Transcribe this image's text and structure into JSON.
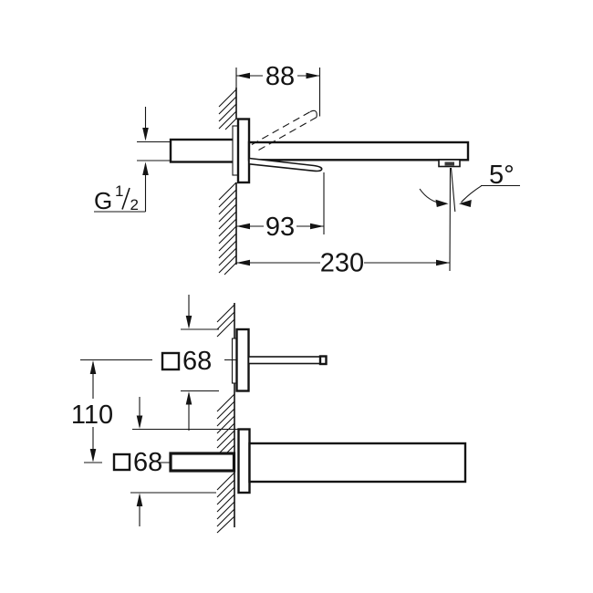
{
  "drawing": {
    "title": "wall-mounted-basin-tap-dimension-drawing",
    "background_color": "#ffffff",
    "ink_color": "#141414",
    "side_view": {
      "dim_88": "88",
      "dim_93": "93",
      "dim_230": "230",
      "angle": "5°",
      "thread": {
        "g": "G",
        "sup": "1",
        "sub": "2"
      }
    },
    "front_view": {
      "dim_110": "110",
      "handle_plate_size": "68",
      "spout_plate_size": "68",
      "square_symbol_icon": "square-outline (□ = square cross-section)"
    }
  }
}
